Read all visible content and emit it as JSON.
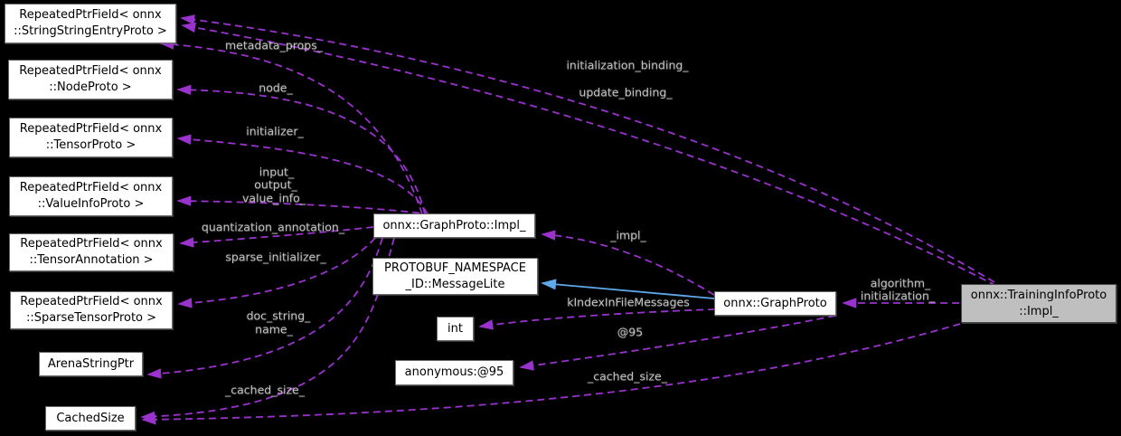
{
  "diagram": {
    "type": "collaboration-graph",
    "colors": {
      "background": "#000000",
      "dashed_edge": "#9a32cd",
      "solid_edge": "#5fa8ea",
      "node_fill": "#ffffff",
      "node_border": "#686868",
      "highlight_node_fill": "#bfbfbf",
      "node_text": "#000000",
      "edge_label_text": "#c3c3c3"
    },
    "nodes": [
      {
        "lines": [
          "RepeatedPtrField< onnx",
          "::StringStringEntryProto >"
        ]
      },
      {
        "lines": [
          "RepeatedPtrField< onnx",
          "::NodeProto >"
        ]
      },
      {
        "lines": [
          "RepeatedPtrField< onnx",
          "::TensorProto >"
        ]
      },
      {
        "lines": [
          "RepeatedPtrField< onnx",
          "::ValueInfoProto >"
        ]
      },
      {
        "lines": [
          "RepeatedPtrField< onnx",
          "::TensorAnnotation >"
        ]
      },
      {
        "lines": [
          "RepeatedPtrField< onnx",
          "::SparseTensorProto >"
        ]
      },
      {
        "lines": [
          "ArenaStringPtr"
        ]
      },
      {
        "lines": [
          "CachedSize"
        ]
      },
      {
        "lines": [
          "onnx::GraphProto::Impl_"
        ]
      },
      {
        "lines": [
          "PROTOBUF_NAMESPACE",
          "_ID::MessageLite"
        ]
      },
      {
        "lines": [
          "int"
        ]
      },
      {
        "lines": [
          "anonymous:@95"
        ]
      },
      {
        "lines": [
          "onnx::GraphProto"
        ]
      },
      {
        "lines": [
          "onnx::TrainingInfoProto",
          "::Impl_"
        ]
      }
    ],
    "edge_labels": [
      {
        "text": "metadata_props_"
      },
      {
        "text": "node_"
      },
      {
        "text": "initializer_"
      },
      {
        "text": "input_"
      },
      {
        "text": "output_"
      },
      {
        "text": "value_info_"
      },
      {
        "text": "quantization_annotation_"
      },
      {
        "text": "sparse_initializer_"
      },
      {
        "text": "doc_string_"
      },
      {
        "text": "name_"
      },
      {
        "text": "_cached_size_"
      },
      {
        "text": "_impl_"
      },
      {
        "text": "kIndexInFileMessages"
      },
      {
        "text": "@95"
      },
      {
        "text": "_cached_size_"
      },
      {
        "text": "initialization_binding_"
      },
      {
        "text": "update_binding_"
      },
      {
        "text": "algorithm_"
      },
      {
        "text": "initialization_"
      }
    ]
  }
}
